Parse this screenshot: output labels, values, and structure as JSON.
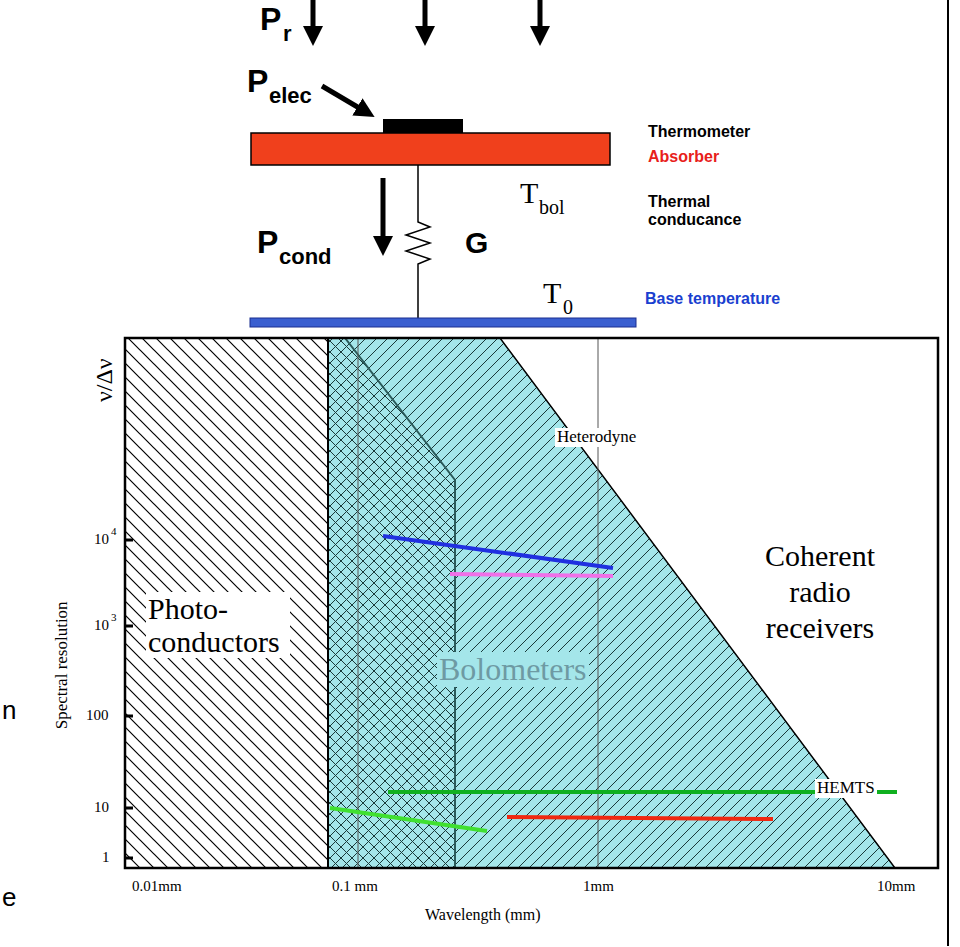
{
  "diagram": {
    "labels": [
      "P",
      "r",
      "P",
      "elec",
      "Thermometer",
      "Absorber",
      "T",
      "bol",
      "P",
      "cond",
      "G",
      "Thermal conducance",
      "T",
      "0",
      "Base temperature",
      "ν/Δν",
      "Spectral resolution",
      "10",
      "4",
      "10",
      "3",
      "100",
      "10",
      "1",
      "Photo- conductors",
      "Heterodyne",
      "Coherent radio receivers",
      "Bolometers",
      "HEMTS",
      "0.01mm",
      "0.1 mm",
      "1mm",
      "10mm",
      "Wavelength (mm)",
      "n",
      "e"
    ]
  }
}
